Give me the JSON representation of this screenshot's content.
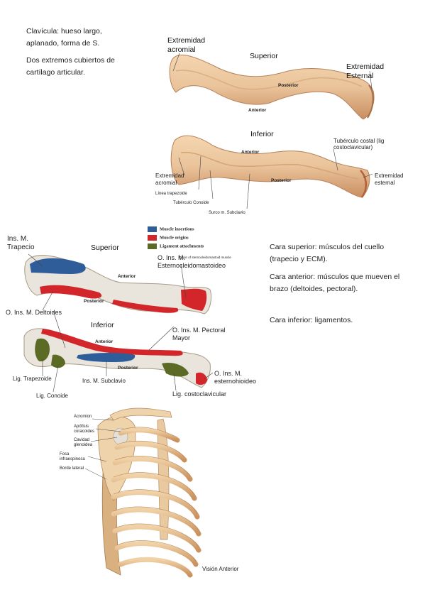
{
  "text_blocks": {
    "clavicle_desc": "Clavícula: hueso largo, aplanado, forma de S.",
    "extremes": "Dos extremos cubiertos de cartílago articular.",
    "cara_superior": "Cara superior: músculos del cuello (trapecio y ECM).",
    "cara_anterior": "Cara anterior: músculos que mueven el brazo (deltoides, pectoral).",
    "cara_inferior": "Cara inferior: ligamentos."
  },
  "figure_top": {
    "superior_title": "Superior",
    "inferior_title": "Inferior",
    "ext_acromial_line1": "Extremidad",
    "ext_acromial_line2": "acromial",
    "ext_esternal_line1": "Extremidad",
    "ext_esternal_line2": "Esternal",
    "posterior": "Posterior",
    "anterior": "Anterior",
    "tuberculo_costal": "Tubérculo costal (lig costoclavicular)",
    "inf_ext_acromial_1": "Extremidad",
    "inf_ext_acromial_2": "acromial",
    "inf_ext_esternal_1": "Extremidad",
    "inf_ext_esternal_2": "esternal",
    "linea_trapezoide": "Línea trapezoide",
    "tuberculo_conoide": "Tubérculo Conoide",
    "surco_subclavio": "Surco m. Subclavio",
    "inf_anterior": "Anterior",
    "inf_posterior": "Posterior"
  },
  "figure_mid": {
    "legend": [
      {
        "label": "Muscle insertions",
        "color": "#2e5d9a"
      },
      {
        "label": "Muscle origins",
        "color": "#d3262b"
      },
      {
        "label": "Ligament attachments",
        "color": "#5b6b26"
      }
    ],
    "superior_title": "Superior",
    "inferior_title": "Inferior",
    "ins_trapecio_1": "Ins. M.",
    "ins_trapecio_2": "Trapecio",
    "o_ecm_1": "O. Ins. M.",
    "o_ecm_2": "Esternocleidomastoideo",
    "origin_small": "Origin of sternocleidomastoid muscle",
    "o_deltoides": "O. Ins. M. Deltoides",
    "anterior": "Anterior",
    "posterior": "Posterior",
    "o_pectoral_1": "O. Ins. M. Pectoral",
    "o_pectoral_2": "Mayor",
    "inf_anterior": "Anterior",
    "inf_posterior": "Posterior",
    "lig_trapezoide": "Lig. Trapezoide",
    "ins_subclavio": "Ins. M. Subclavio",
    "lig_conoide": "Lig. Conoide",
    "o_esternohioideo_1": "O. Ins. M.",
    "o_esternohioideo_2": "esternohioideo",
    "lig_costoclavicular": "Lig. costoclavicular"
  },
  "figure_bottom": {
    "acromion": "Acromion",
    "apofisis_1": "Apófisis",
    "apofisis_2": "coracoides",
    "cavidad_1": "Cavidad",
    "cavidad_2": "glenoidea",
    "fosa_1": "Fosa",
    "fosa_2": "infraespinosa",
    "borde_lateral": "Borde lateral",
    "caption": "Visión Anterior"
  }
}
